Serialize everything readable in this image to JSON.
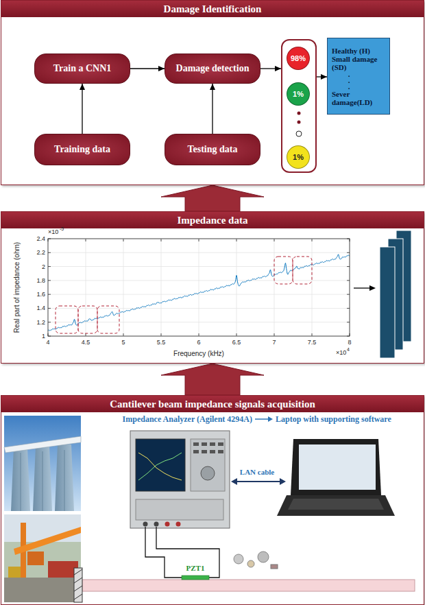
{
  "diagram": {
    "nodes": [
      {
        "text": [
          "Damage Identification"
        ]
      },
      {
        "text": [
          "Train a CNN1"
        ],
        "in": 0
      },
      {
        "text": [
          "Damage detection"
        ],
        "in": 0
      },
      {
        "text": [
          "Training data"
        ],
        "in": 0
      },
      {
        "text": [
          "Testing data"
        ],
        "in": 0
      },
      {
        "text": [],
        "in": 0
      },
      {
        "text": [
          "98%"
        ],
        "in": 5
      },
      {
        "text": [
          "1%"
        ],
        "in": 5
      },
      {
        "text": [
          "1%"
        ],
        "in": 5
      },
      {
        "text": [
          "Healthy (H)",
          "Small damage (SD)",
          ". . .",
          "Sever damage(LD)"
        ],
        "in": 0
      },
      {
        "text": [
          "Impedance data"
        ]
      },
      {
        "text": [
          "Cantilever beam impedance signals acquisition"
        ]
      }
    ],
    "edges": [
      {
        "from": 3,
        "to": 1,
        "arrow": "to"
      },
      {
        "from": 1,
        "to": 2,
        "arrow": "to"
      },
      {
        "from": 4,
        "to": 2,
        "arrow": "to"
      },
      {
        "from": 2,
        "to": 5,
        "arrow": "to"
      },
      {
        "from": 5,
        "to": 9,
        "arrow": "to"
      },
      {
        "from": 11,
        "to": 10,
        "arrow": "to"
      },
      {
        "from": 10,
        "to": 0,
        "arrow": "to"
      }
    ],
    "labels": [
      "×10",
      "-5",
      "1",
      "1.2",
      "1.4",
      "1.6",
      "1.8",
      "2",
      "2.2",
      "2.4",
      "4",
      "4.5",
      "5",
      "5.5",
      "6",
      "6.5",
      "7",
      "7.5",
      "8",
      "Frequency (kHz)",
      "Real part of impedance (ohm)",
      "×10",
      "4",
      "Impedance Analyzer (Agilent 4294A)",
      "Laptop with supporting software",
      "LAN cable",
      "PZT1"
    ]
  }
}
